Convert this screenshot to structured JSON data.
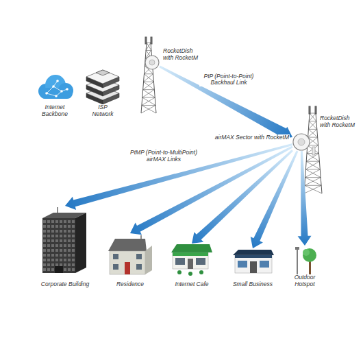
{
  "diagram": {
    "nodes": [
      {
        "text": [
          "Internet Backbone"
        ]
      },
      {
        "text": [
          "ISP Network"
        ]
      },
      {
        "text": [
          "RocketDish with RocketM"
        ]
      },
      {
        "text": [
          "RocketDish with RocketM",
          "airMAX Sector with RocketM"
        ]
      },
      {
        "text": [
          "Corporate Building"
        ]
      },
      {
        "text": [
          "Residence"
        ]
      },
      {
        "text": [
          "Internet Cafe"
        ]
      },
      {
        "text": [
          "Small Business"
        ]
      },
      {
        "text": [
          "Outdoor Hotspot"
        ]
      }
    ],
    "edges": [
      {
        "from": 2,
        "to": 3,
        "arrow": "to",
        "label": "PtP (Point-to-Point) Backhaul Link"
      },
      {
        "from": 3,
        "to": 4,
        "arrow": "to"
      },
      {
        "from": 3,
        "to": 5,
        "arrow": "to"
      },
      {
        "from": 3,
        "to": 6,
        "arrow": "to"
      },
      {
        "from": 3,
        "to": 7,
        "arrow": "to"
      },
      {
        "from": 3,
        "to": 8,
        "arrow": "to"
      }
    ],
    "labels": [
      "PtMP (Point-to-MultiPoint) airMAX Links"
    ]
  }
}
